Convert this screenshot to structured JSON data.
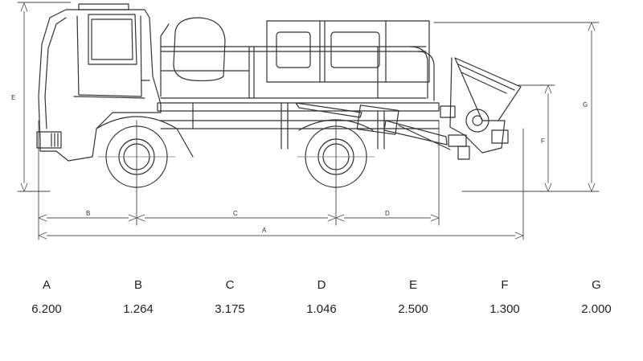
{
  "dimensions": [
    {
      "key": "A",
      "value": "6.200"
    },
    {
      "key": "B",
      "value": "1.264"
    },
    {
      "key": "C",
      "value": "3.175"
    },
    {
      "key": "D",
      "value": "1.046"
    },
    {
      "key": "E",
      "value": "2.500"
    },
    {
      "key": "F",
      "value": "1.300"
    },
    {
      "key": "G",
      "value": "2.000"
    }
  ],
  "colors": {
    "line": "#333333",
    "light": "#888888"
  }
}
